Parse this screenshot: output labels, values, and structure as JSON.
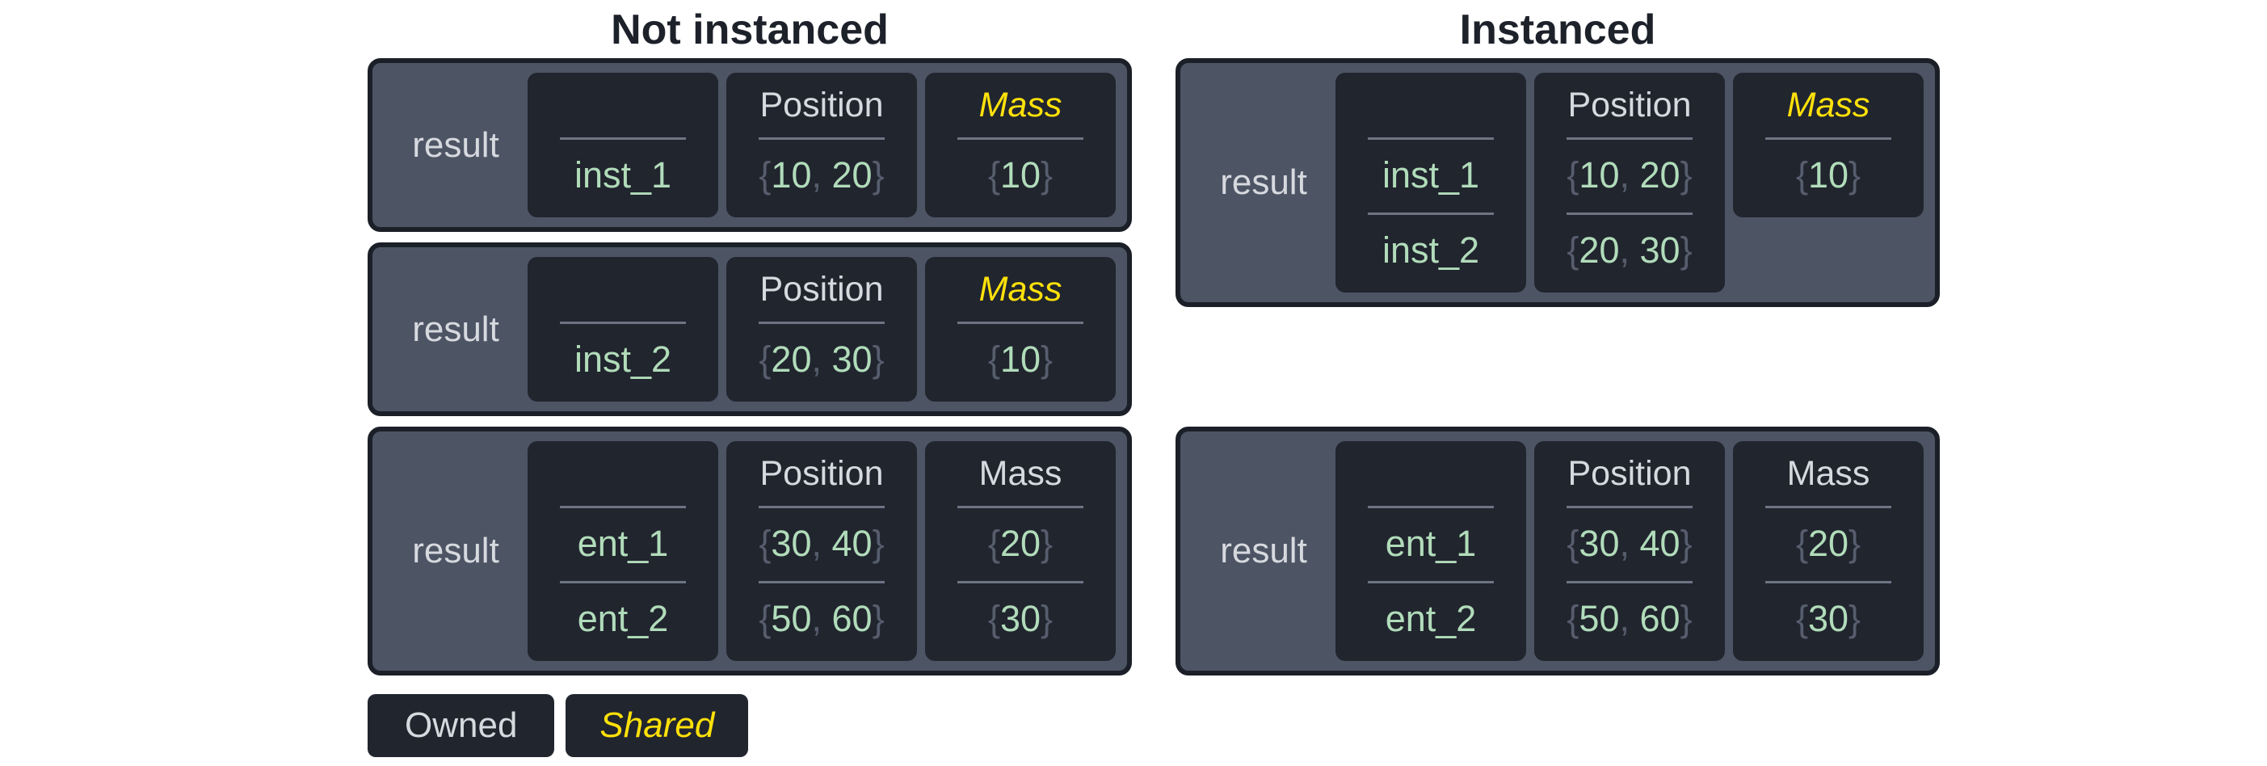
{
  "colors": {
    "page_bg": "#ffffff",
    "title_text": "#1d212a",
    "box_bg": "#4d5464",
    "box_border": "#1b1f27",
    "cell_bg": "#21252e",
    "text_light": "#d6d9de",
    "green": "#b1dcba",
    "gray": "#565d6d",
    "divider": "#6d7484",
    "yellow": "#ffe109"
  },
  "left": {
    "title": "Not instanced",
    "boxes": [
      {
        "label": "result",
        "entity": {
          "header": "",
          "rows": [
            [
              {
                "t": "inst_1",
                "c": "green"
              }
            ]
          ]
        },
        "position": {
          "header": "Position",
          "rows": [
            [
              {
                "t": "{",
                "c": "gray"
              },
              {
                "t": "10",
                "c": "green"
              },
              {
                "t": ", ",
                "c": "gray"
              },
              {
                "t": "20",
                "c": "green"
              },
              {
                "t": "}",
                "c": "gray"
              }
            ]
          ]
        },
        "mass": {
          "header": "Mass",
          "shared": true,
          "rows": [
            [
              {
                "t": "{",
                "c": "gray"
              },
              {
                "t": "10",
                "c": "green"
              },
              {
                "t": "}",
                "c": "gray"
              }
            ]
          ]
        }
      },
      {
        "label": "result",
        "entity": {
          "header": "",
          "rows": [
            [
              {
                "t": "inst_2",
                "c": "green"
              }
            ]
          ]
        },
        "position": {
          "header": "Position",
          "rows": [
            [
              {
                "t": "{",
                "c": "gray"
              },
              {
                "t": "20",
                "c": "green"
              },
              {
                "t": ", ",
                "c": "gray"
              },
              {
                "t": "30",
                "c": "green"
              },
              {
                "t": "}",
                "c": "gray"
              }
            ]
          ]
        },
        "mass": {
          "header": "Mass",
          "shared": true,
          "rows": [
            [
              {
                "t": "{",
                "c": "gray"
              },
              {
                "t": "10",
                "c": "green"
              },
              {
                "t": "}",
                "c": "gray"
              }
            ]
          ]
        }
      },
      {
        "label": "result",
        "entity": {
          "header": "",
          "rows": [
            [
              {
                "t": "ent_1",
                "c": "green"
              }
            ],
            [
              {
                "t": "ent_2",
                "c": "green"
              }
            ]
          ]
        },
        "position": {
          "header": "Position",
          "rows": [
            [
              {
                "t": "{",
                "c": "gray"
              },
              {
                "t": "30",
                "c": "green"
              },
              {
                "t": ", ",
                "c": "gray"
              },
              {
                "t": "40",
                "c": "green"
              },
              {
                "t": "}",
                "c": "gray"
              }
            ],
            [
              {
                "t": "{",
                "c": "gray"
              },
              {
                "t": "50",
                "c": "green"
              },
              {
                "t": ", ",
                "c": "gray"
              },
              {
                "t": "60",
                "c": "green"
              },
              {
                "t": "}",
                "c": "gray"
              }
            ]
          ]
        },
        "mass": {
          "header": "Mass",
          "shared": false,
          "rows": [
            [
              {
                "t": "{",
                "c": "gray"
              },
              {
                "t": "20",
                "c": "green"
              },
              {
                "t": "}",
                "c": "gray"
              }
            ],
            [
              {
                "t": "{",
                "c": "gray"
              },
              {
                "t": "30",
                "c": "green"
              },
              {
                "t": "}",
                "c": "gray"
              }
            ]
          ]
        }
      }
    ]
  },
  "right": {
    "title": "Instanced",
    "boxes": [
      {
        "label": "result",
        "entity": {
          "header": "",
          "rows": [
            [
              {
                "t": "inst_1",
                "c": "green"
              }
            ],
            [
              {
                "t": "inst_2",
                "c": "green"
              }
            ]
          ]
        },
        "position": {
          "header": "Position",
          "rows": [
            [
              {
                "t": "{",
                "c": "gray"
              },
              {
                "t": "10",
                "c": "green"
              },
              {
                "t": ", ",
                "c": "gray"
              },
              {
                "t": "20",
                "c": "green"
              },
              {
                "t": "}",
                "c": "gray"
              }
            ],
            [
              {
                "t": "{",
                "c": "gray"
              },
              {
                "t": "20",
                "c": "green"
              },
              {
                "t": ", ",
                "c": "gray"
              },
              {
                "t": "30",
                "c": "green"
              },
              {
                "t": "}",
                "c": "gray"
              }
            ]
          ]
        },
        "mass": {
          "header": "Mass",
          "shared": true,
          "rows": [
            [
              {
                "t": "{",
                "c": "gray"
              },
              {
                "t": "10",
                "c": "green"
              },
              {
                "t": "}",
                "c": "gray"
              }
            ]
          ]
        }
      },
      {
        "label": "result",
        "entity": {
          "header": "",
          "rows": [
            [
              {
                "t": "ent_1",
                "c": "green"
              }
            ],
            [
              {
                "t": "ent_2",
                "c": "green"
              }
            ]
          ]
        },
        "position": {
          "header": "Position",
          "rows": [
            [
              {
                "t": "{",
                "c": "gray"
              },
              {
                "t": "30",
                "c": "green"
              },
              {
                "t": ", ",
                "c": "gray"
              },
              {
                "t": "40",
                "c": "green"
              },
              {
                "t": "}",
                "c": "gray"
              }
            ],
            [
              {
                "t": "{",
                "c": "gray"
              },
              {
                "t": "50",
                "c": "green"
              },
              {
                "t": ", ",
                "c": "gray"
              },
              {
                "t": "60",
                "c": "green"
              },
              {
                "t": "}",
                "c": "gray"
              }
            ]
          ]
        },
        "mass": {
          "header": "Mass",
          "shared": false,
          "rows": [
            [
              {
                "t": "{",
                "c": "gray"
              },
              {
                "t": "20",
                "c": "green"
              },
              {
                "t": "}",
                "c": "gray"
              }
            ],
            [
              {
                "t": "{",
                "c": "gray"
              },
              {
                "t": "30",
                "c": "green"
              },
              {
                "t": "}",
                "c": "gray"
              }
            ]
          ]
        }
      }
    ]
  },
  "legend": {
    "owned": "Owned",
    "shared": "Shared"
  }
}
